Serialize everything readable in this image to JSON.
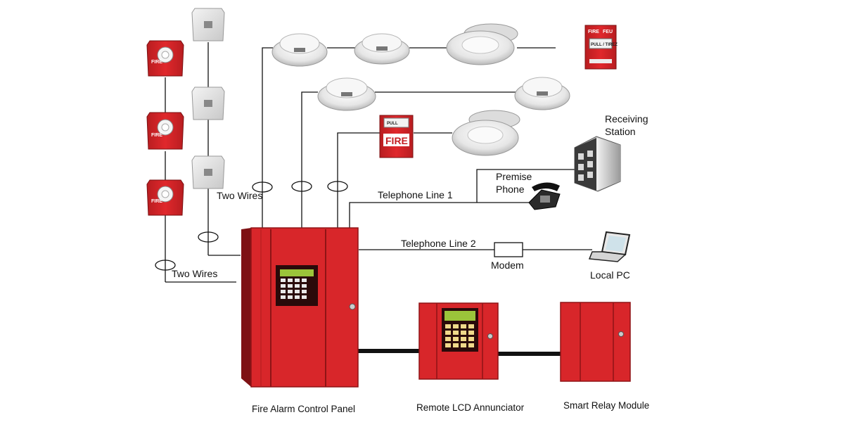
{
  "labels": {
    "two_wires_upper": "Two Wires",
    "two_wires_lower": "Two Wires",
    "telephone_line_1": "Telephone Line 1",
    "telephone_line_2": "Telephone Line 2",
    "premise_phone_1": "Premise",
    "premise_phone_2": "Phone",
    "receiving_station_1": "Receiving",
    "receiving_station_2": "Station",
    "modem": "Modem",
    "local_pc": "Local PC"
  },
  "captions": {
    "control_panel": "Fire Alarm Control Panel",
    "annunciator": "Remote LCD Annunciator",
    "relay_module": "Smart Relay Module"
  },
  "device_text": {
    "fire": "FIRE",
    "fire_small": "FIRE",
    "feu": "FEU",
    "pull_tirez": "PULL / TIREZ",
    "pull": "PULL",
    "fire_vertical": "FIRE"
  },
  "colors": {
    "panel_red": "#d8262a",
    "panel_dark": "#8f1416",
    "lcd_green": "#9bc43a",
    "wire": "#111111",
    "detector": "#eeeeee"
  }
}
